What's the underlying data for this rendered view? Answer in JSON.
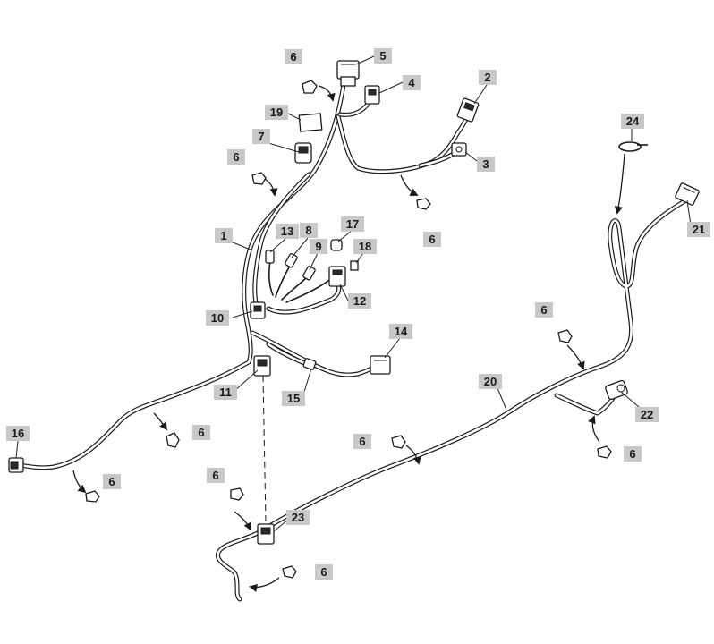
{
  "callouts": {
    "c1": "1",
    "c2": "2",
    "c3": "3",
    "c4": "4",
    "c5": "5",
    "c6": "6",
    "c7": "7",
    "c8": "8",
    "c9": "9",
    "c10": "10",
    "c11": "11",
    "c12": "12",
    "c13": "13",
    "c14": "14",
    "c15": "15",
    "c16": "16",
    "c17": "17",
    "c18": "18",
    "c19": "19",
    "c20": "20",
    "c21": "21",
    "c22": "22",
    "c23": "23",
    "c24": "24"
  },
  "colors": {
    "line": "#1a1a1a",
    "callout_fill": "#c8c8c8",
    "background": "#ffffff"
  }
}
